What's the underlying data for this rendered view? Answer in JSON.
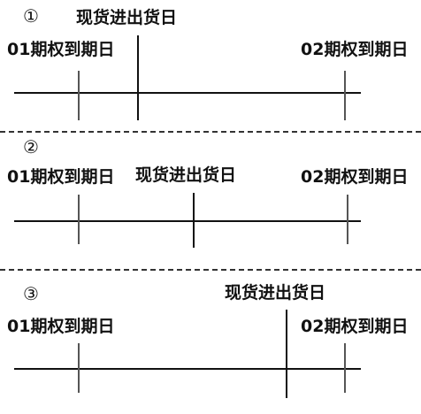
{
  "panels": [
    {
      "number": "①",
      "spot_label": "现货进出货日",
      "left_label": "01期权到期日",
      "right_label": "02期权到期日"
    },
    {
      "number": "②",
      "spot_label": "现货进出货日",
      "left_label": "01期权到期日",
      "right_label": "02期权到期日"
    },
    {
      "number": "③",
      "spot_label": "现货进出货日",
      "left_label": "01期权到期日",
      "right_label": "02期权到期日"
    }
  ]
}
